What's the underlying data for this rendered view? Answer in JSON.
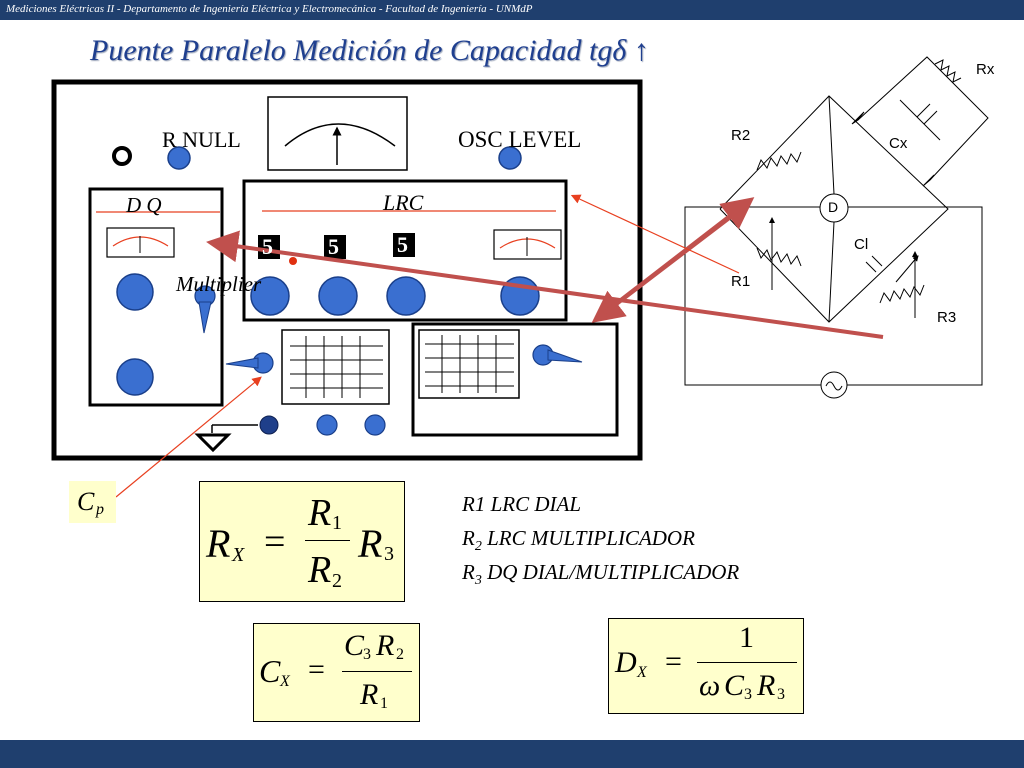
{
  "header": {
    "course_line": "Mediciones Eléctricas II - Departamento de Ingeniería Eléctrica y Electromecánica  - Facultad de Ingeniería  - UNMdP"
  },
  "title": "Puente Paralelo Medición de Capacidad tgδ ↑",
  "instrument": {
    "r_null": "R NULL",
    "osc_level": "OSC LEVEL",
    "dq": "D Q",
    "lrc": "LRC",
    "multiplier": "Multiplier",
    "digits": [
      "5",
      "5",
      "5"
    ]
  },
  "circuit": {
    "r2": "R2",
    "r1": "R1",
    "r3": "R3",
    "rx": "Rx",
    "cx": "Cx",
    "cl": "Cl",
    "detector": "D"
  },
  "cp_label": {
    "main": "C",
    "sub": "p"
  },
  "formulas": {
    "rx": {
      "lhs": "R",
      "lhs_sub": "X",
      "eq": "=",
      "num": "R",
      "num_sub": "1",
      "den": "R",
      "den_sub": "2",
      "mult": "R",
      "mult_sub": "3"
    },
    "cx": {
      "lhs": "C",
      "lhs_sub": "X",
      "eq": "=",
      "num_a": "C",
      "num_a_sub": "3",
      "num_b": "R",
      "num_b_sub": "2",
      "den": "R",
      "den_sub": "1"
    },
    "dx": {
      "lhs": "D",
      "lhs_sub": "X",
      "eq": "=",
      "num": "1",
      "den_w": "ω",
      "den_c": "C",
      "den_c_sub": "3",
      "den_r": "R",
      "den_r_sub": "3"
    }
  },
  "legend": {
    "line1": "R1  LRC DIAL",
    "line2_a": "R",
    "line2_sub": "2",
    "line2_b": "  LRC MULTIPLICADOR",
    "line3_a": "R",
    "line3_sub": "3",
    "line3_b": "  DQ DIAL/MULTIPLICADOR"
  },
  "colors": {
    "bar": "#1f3f6e",
    "title": "#1f3f8f",
    "knob": "#3a6fd0",
    "arrow_dark": "#c0504d",
    "arrow_light": "#e84020",
    "formula_bg": "#ffffcc"
  }
}
